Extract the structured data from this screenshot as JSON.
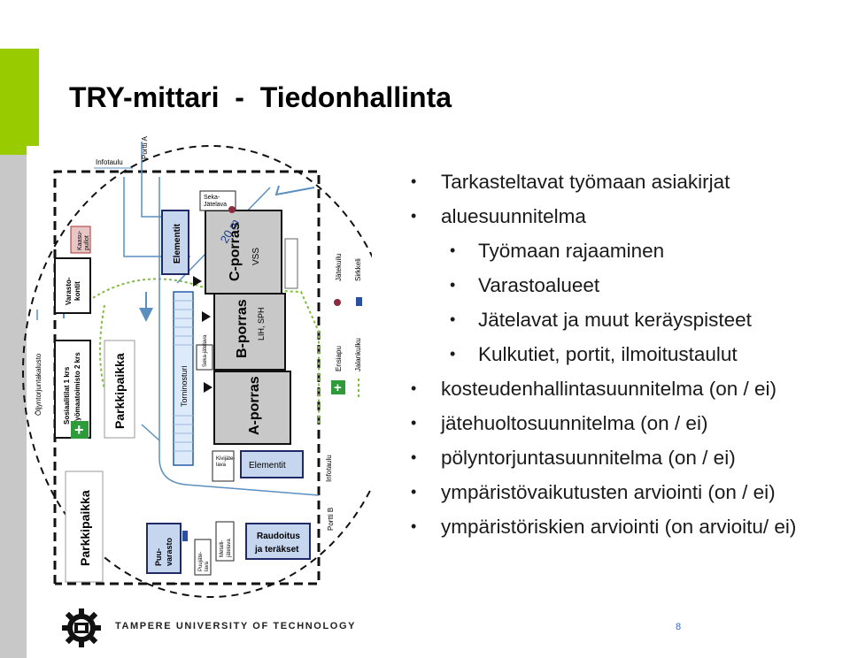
{
  "slide": {
    "title": "TRY-mittari  -  Tiedonhallinta",
    "page_number": "8",
    "accent_color": "#99cc00"
  },
  "bullets": [
    {
      "text": "Tarkasteltavat työmaan asiakirjat",
      "level": 1
    },
    {
      "text": "aluesuunnitelma",
      "level": 1
    },
    {
      "text": "Työmaan rajaaminen",
      "level": 2
    },
    {
      "text": "Varastoalueet",
      "level": 2
    },
    {
      "text": "Jätelavat ja muut keräyspisteet",
      "level": 2
    },
    {
      "text": "Kulkutiet, portit, ilmoitustaulut",
      "level": 2
    },
    {
      "text": "kosteudenhallintasuunnitelma (on / ei)",
      "level": 1
    },
    {
      "text": "jätehuoltosuunnitelma (on / ei)",
      "level": 1
    },
    {
      "text": "pölyntorjuntasuunnitelma (on / ei)",
      "level": 1
    },
    {
      "text": "ympäristövaikutusten arviointi (on / ei)",
      "level": 1
    },
    {
      "text": "ympäristöriskien arviointi (on arvioitu/ ei)",
      "level": 1
    }
  ],
  "site_plan": {
    "infotaulu_top": "Infotaulu",
    "portti_a": "Portti A",
    "portti_b": "Portti B",
    "infotaulu_bottom": "Infotaulu",
    "seka_jatelava_top": "Seka-\nJätelava",
    "distance": "20 m",
    "c_porras": "C-porras",
    "c_sub": "VSS",
    "b_porras": "B-porras",
    "b_sub": "LIH, SPH",
    "a_porras": "A-porras",
    "elementit_v": "Elementit",
    "elementit_h": "Elementit",
    "torninosturi": "Torninosturi",
    "seka_jatelava_mid": "Seka-jätelava",
    "kaasupullot": "Kaasu-\npullot",
    "varastokontit": "Varasto-\nkontit",
    "sosiaalitilat": "Sosiaalitilat 1 krs\nTyömaatoimisto 2 krs",
    "parkkipaikka_1": "Parkkipaikka",
    "parkkipaikka_2": "Parkkipaikka",
    "oljyntorjunta": "Öljyntorjuntakalusto",
    "jatekuilu": "Jätekuilu",
    "sirkkeli": "Sirkkeli",
    "ensiapu": "Ensiapu",
    "jalankulku": "Jalankulku",
    "kivijatelava": "Kivijäte-\nlava",
    "puuvarasto": "Puu-\nvarasto",
    "puujatelava": "Puujäte-\nlava",
    "metallijatelava": "Metalli-\njätelava",
    "raudoitus": "Raudoitus\nja teräkset"
  },
  "footer": {
    "university": "TAMPERE UNIVERSITY OF TECHNOLOGY",
    "logo_icon": "gear-logo-icon"
  }
}
